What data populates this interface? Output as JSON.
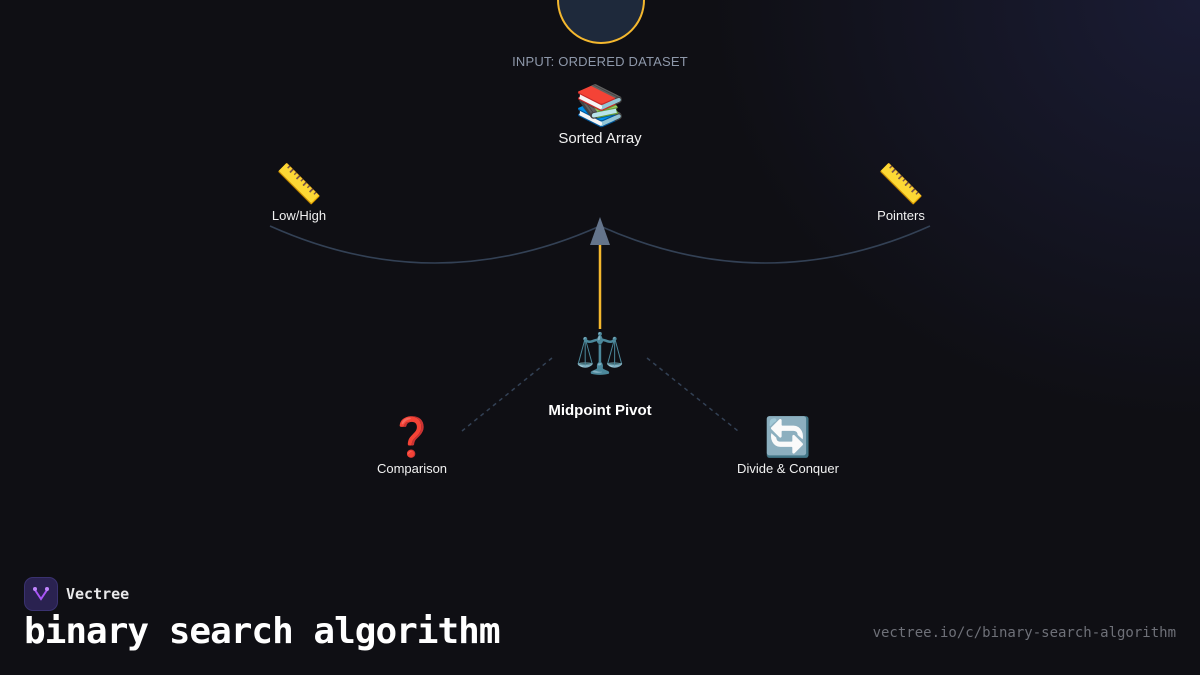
{
  "diagram": {
    "input_label": "INPUT: ORDERED DATASET",
    "root": {
      "icon": "📚",
      "icon_name": "books-icon",
      "label": "Sorted Array"
    },
    "left_branch": {
      "icon": "📏",
      "icon_name": "ruler-icon",
      "label": "Low/High"
    },
    "right_branch": {
      "icon": "📏",
      "icon_name": "ruler-icon",
      "label": "Pointers"
    },
    "center": {
      "icon": "⚖️",
      "icon_name": "balance-scale-icon",
      "label": "Midpoint Pivot"
    },
    "lower_left": {
      "icon": "❓",
      "icon_name": "question-mark-icon",
      "label": "Comparison"
    },
    "lower_right": {
      "icon": "🔄",
      "icon_name": "cycle-arrows-icon",
      "label": "Divide & Conquer"
    },
    "colors": {
      "accent": "#f5b82e",
      "edge": "#334155",
      "arrowhead": "#64748b",
      "circle_fill": "#1e293b",
      "background": "#0f0f14"
    }
  },
  "footer": {
    "brand": "Vectree",
    "title": "binary search algorithm",
    "url": "vectree.io/c/binary-search-algorithm"
  }
}
